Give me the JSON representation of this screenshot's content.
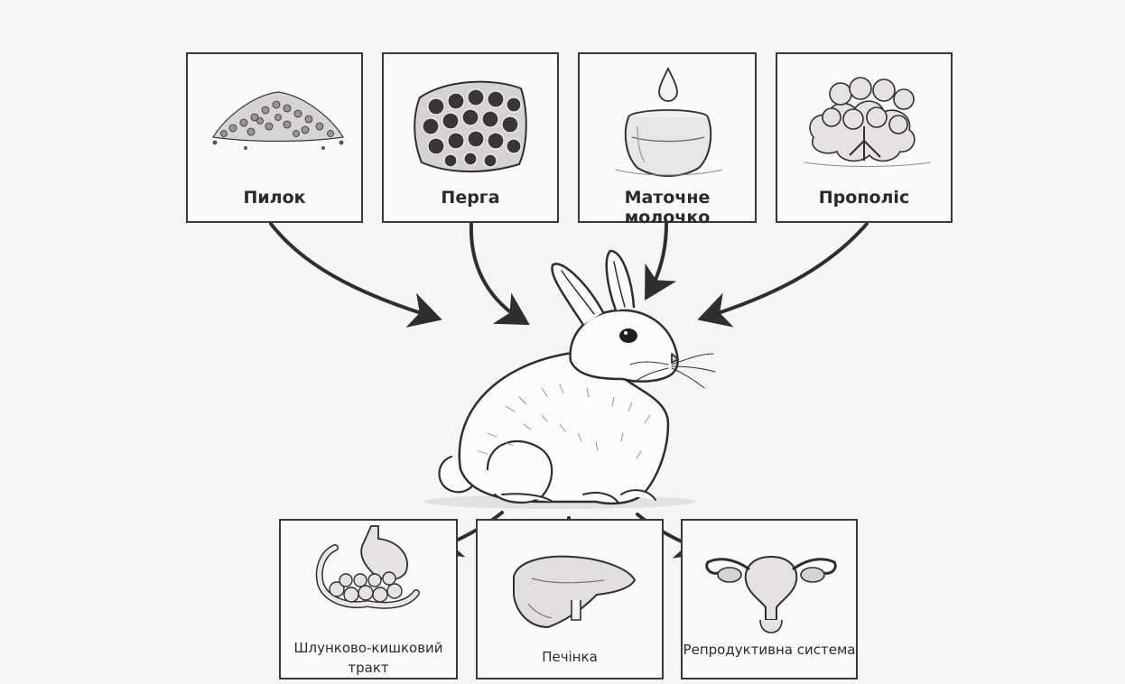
{
  "sources": [
    {
      "label": "Пилок",
      "icon": "pollen-pile-icon"
    },
    {
      "label": "Перга",
      "icon": "honeycomb-icon"
    },
    {
      "label": "Маточне молочко",
      "icon": "royal-jelly-jar-icon"
    },
    {
      "label": "Прополіс",
      "icon": "propolis-icon"
    }
  ],
  "center": {
    "icon": "rabbit-illustration"
  },
  "targets": [
    {
      "label_line1": "Шлунково-кишковий",
      "label_line2": "тракт",
      "icon": "digestive-tract-icon"
    },
    {
      "label_line1": "Печінка",
      "label_line2": "",
      "icon": "liver-icon"
    },
    {
      "label_line1": "Репродуктивна система",
      "label_line2": "",
      "icon": "reproductive-system-icon"
    }
  ],
  "colors": {
    "background": "#f6f4f4",
    "stroke": "#2e2e2e",
    "card_border": "#3a3a3a"
  }
}
